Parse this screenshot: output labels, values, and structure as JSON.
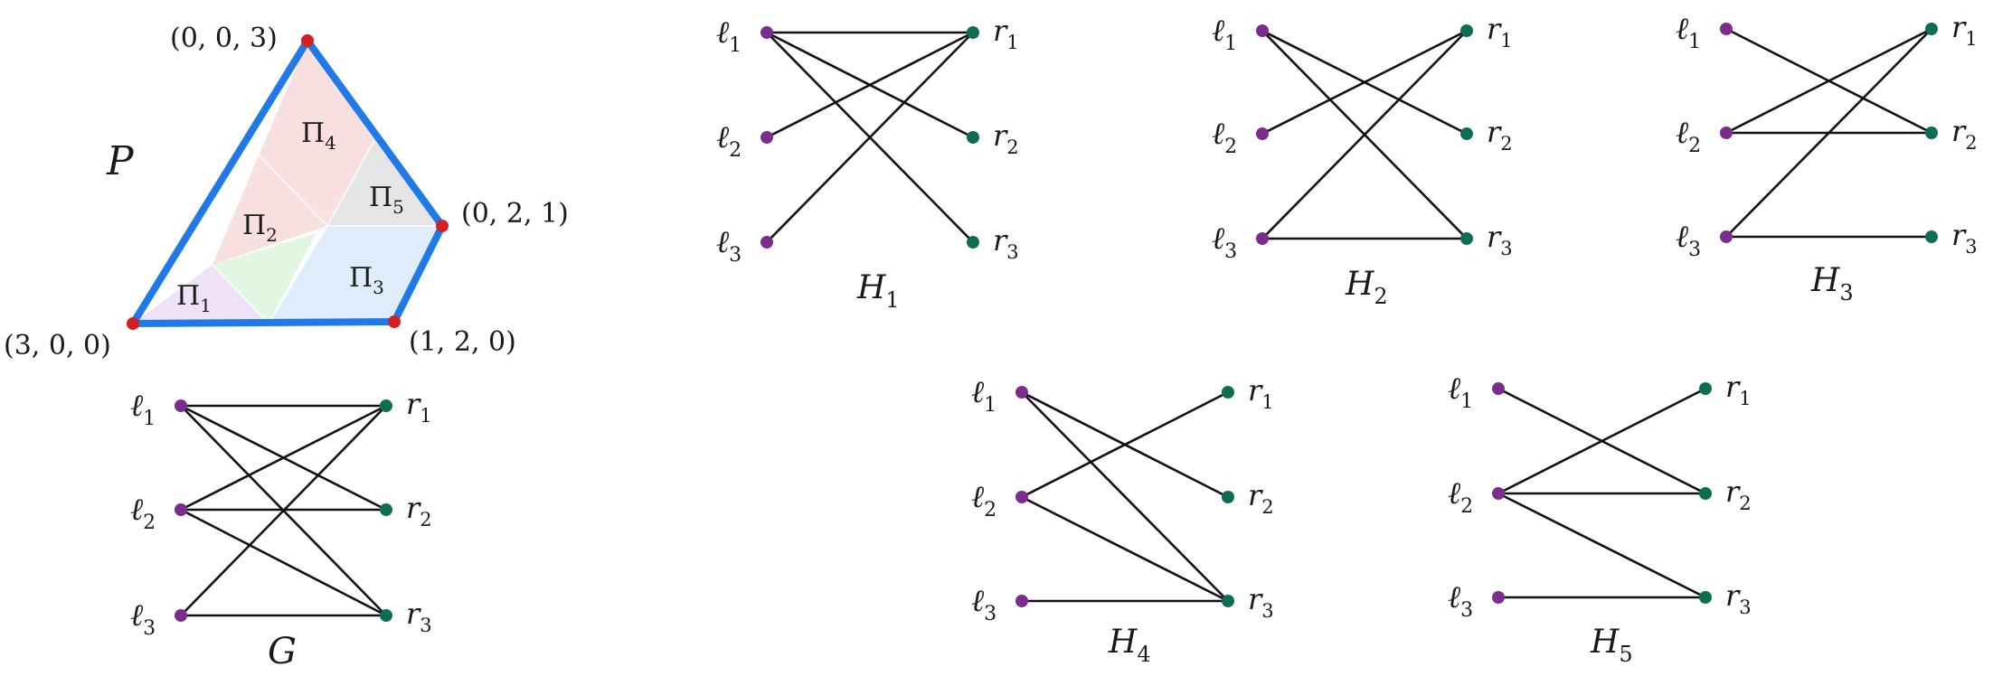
{
  "polytope": {
    "label": "P",
    "vertices": [
      {
        "id": "v003",
        "label": "(0, 0, 3)"
      },
      {
        "id": "v300",
        "label": "(3, 0, 0)"
      },
      {
        "id": "v120",
        "label": "(1, 2, 0)"
      },
      {
        "id": "v021",
        "label": "(0, 2, 1)"
      }
    ],
    "regions": [
      {
        "id": "pi1",
        "base": "Π",
        "sub": "1",
        "color": "#ede2f7"
      },
      {
        "id": "pi2",
        "base": "Π",
        "sub": "2",
        "color": "#e2f6e2"
      },
      {
        "id": "pi3",
        "base": "Π",
        "sub": "3",
        "color": "#dfecfb"
      },
      {
        "id": "pi4",
        "base": "Π",
        "sub": "4",
        "color": "#f8e0e0"
      },
      {
        "id": "pi5",
        "base": "Π",
        "sub": "5",
        "color": "#e5e5e5"
      }
    ],
    "edge_color": "#1f7ae8",
    "vertex_color": "#d42020"
  },
  "colors": {
    "left_node": "#7b2d8e",
    "right_node": "#0e6e55",
    "edge": "#111111"
  },
  "graphs": [
    {
      "id": "G",
      "name": "G",
      "sub": "",
      "left": [
        {
          "base": "ℓ",
          "sub": "1"
        },
        {
          "base": "ℓ",
          "sub": "2"
        },
        {
          "base": "ℓ",
          "sub": "3"
        }
      ],
      "right": [
        {
          "base": "r",
          "sub": "1"
        },
        {
          "base": "r",
          "sub": "2"
        },
        {
          "base": "r",
          "sub": "3"
        }
      ],
      "edges": [
        [
          1,
          1
        ],
        [
          1,
          2
        ],
        [
          1,
          3
        ],
        [
          2,
          1
        ],
        [
          2,
          2
        ],
        [
          2,
          3
        ],
        [
          3,
          1
        ],
        [
          3,
          3
        ]
      ]
    },
    {
      "id": "H1",
      "name": "H",
      "sub": "1",
      "left": [
        {
          "base": "ℓ",
          "sub": "1"
        },
        {
          "base": "ℓ",
          "sub": "2"
        },
        {
          "base": "ℓ",
          "sub": "3"
        }
      ],
      "right": [
        {
          "base": "r",
          "sub": "1"
        },
        {
          "base": "r",
          "sub": "2"
        },
        {
          "base": "r",
          "sub": "3"
        }
      ],
      "edges": [
        [
          1,
          1
        ],
        [
          1,
          2
        ],
        [
          1,
          3
        ],
        [
          2,
          1
        ],
        [
          3,
          1
        ]
      ]
    },
    {
      "id": "H2",
      "name": "H",
      "sub": "2",
      "left": [
        {
          "base": "ℓ",
          "sub": "1"
        },
        {
          "base": "ℓ",
          "sub": "2"
        },
        {
          "base": "ℓ",
          "sub": "3"
        }
      ],
      "right": [
        {
          "base": "r",
          "sub": "1"
        },
        {
          "base": "r",
          "sub": "2"
        },
        {
          "base": "r",
          "sub": "3"
        }
      ],
      "edges": [
        [
          1,
          2
        ],
        [
          1,
          3
        ],
        [
          2,
          1
        ],
        [
          3,
          1
        ],
        [
          3,
          3
        ]
      ]
    },
    {
      "id": "H3",
      "name": "H",
      "sub": "3",
      "left": [
        {
          "base": "ℓ",
          "sub": "1"
        },
        {
          "base": "ℓ",
          "sub": "2"
        },
        {
          "base": "ℓ",
          "sub": "3"
        }
      ],
      "right": [
        {
          "base": "r",
          "sub": "1"
        },
        {
          "base": "r",
          "sub": "2"
        },
        {
          "base": "r",
          "sub": "3"
        }
      ],
      "edges": [
        [
          1,
          2
        ],
        [
          2,
          1
        ],
        [
          2,
          2
        ],
        [
          3,
          1
        ],
        [
          3,
          3
        ]
      ]
    },
    {
      "id": "H4",
      "name": "H",
      "sub": "4",
      "left": [
        {
          "base": "ℓ",
          "sub": "1"
        },
        {
          "base": "ℓ",
          "sub": "2"
        },
        {
          "base": "ℓ",
          "sub": "3"
        }
      ],
      "right": [
        {
          "base": "r",
          "sub": "1"
        },
        {
          "base": "r",
          "sub": "2"
        },
        {
          "base": "r",
          "sub": "3"
        }
      ],
      "edges": [
        [
          1,
          2
        ],
        [
          1,
          3
        ],
        [
          2,
          1
        ],
        [
          2,
          3
        ],
        [
          3,
          3
        ]
      ]
    },
    {
      "id": "H5",
      "name": "H",
      "sub": "5",
      "left": [
        {
          "base": "ℓ",
          "sub": "1"
        },
        {
          "base": "ℓ",
          "sub": "2"
        },
        {
          "base": "ℓ",
          "sub": "3"
        }
      ],
      "right": [
        {
          "base": "r",
          "sub": "1"
        },
        {
          "base": "r",
          "sub": "2"
        },
        {
          "base": "r",
          "sub": "3"
        }
      ],
      "edges": [
        [
          1,
          2
        ],
        [
          2,
          1
        ],
        [
          2,
          2
        ],
        [
          2,
          3
        ],
        [
          3,
          3
        ]
      ]
    }
  ]
}
